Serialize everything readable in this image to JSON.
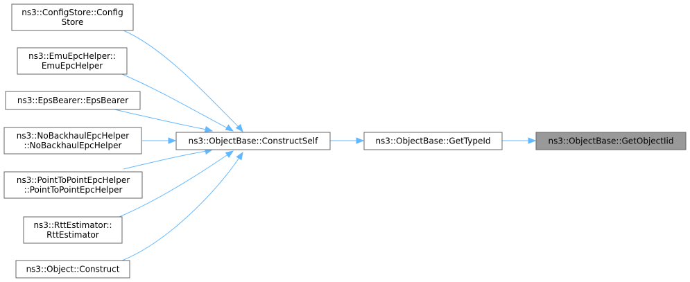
{
  "nodes": {
    "configstore": {
      "lines": [
        "ns3::ConfigStore::Config",
        "Store"
      ]
    },
    "emuepchelper": {
      "lines": [
        "ns3::EmuEpcHelper::",
        "EmuEpcHelper"
      ]
    },
    "epsbearer": {
      "lines": [
        "ns3::EpsBearer::EpsBearer"
      ]
    },
    "nobackhaul": {
      "lines": [
        "ns3::NoBackhaulEpcHelper",
        "::NoBackhaulEpcHelper"
      ]
    },
    "p2pepchelper": {
      "lines": [
        "ns3::PointToPointEpcHelper",
        "::PointToPointEpcHelper"
      ]
    },
    "rttestimator": {
      "lines": [
        "ns3::RttEstimator::",
        "RttEstimator"
      ]
    },
    "objectconstruct": {
      "lines": [
        "ns3::Object::Construct"
      ]
    },
    "constructself": {
      "lines": [
        "ns3::ObjectBase::ConstructSelf"
      ]
    },
    "gettypeid": {
      "lines": [
        "ns3::ObjectBase::GetTypeId"
      ]
    },
    "getobjectiid": {
      "lines": [
        "ns3::ObjectBase::GetObjectIid"
      ]
    }
  },
  "edges": [
    {
      "from": "configstore",
      "to": "constructself"
    },
    {
      "from": "emuepchelper",
      "to": "constructself"
    },
    {
      "from": "epsbearer",
      "to": "constructself"
    },
    {
      "from": "nobackhaul",
      "to": "constructself"
    },
    {
      "from": "p2pepchelper",
      "to": "constructself"
    },
    {
      "from": "rttestimator",
      "to": "constructself"
    },
    {
      "from": "objectconstruct",
      "to": "constructself"
    },
    {
      "from": "constructself",
      "to": "gettypeid"
    },
    {
      "from": "gettypeid",
      "to": "getobjectiid"
    }
  ],
  "colors": {
    "edge": "#63b8ff",
    "node_border": "#666666",
    "focus_fill": "#999999",
    "node_fill": "#ffffff"
  }
}
